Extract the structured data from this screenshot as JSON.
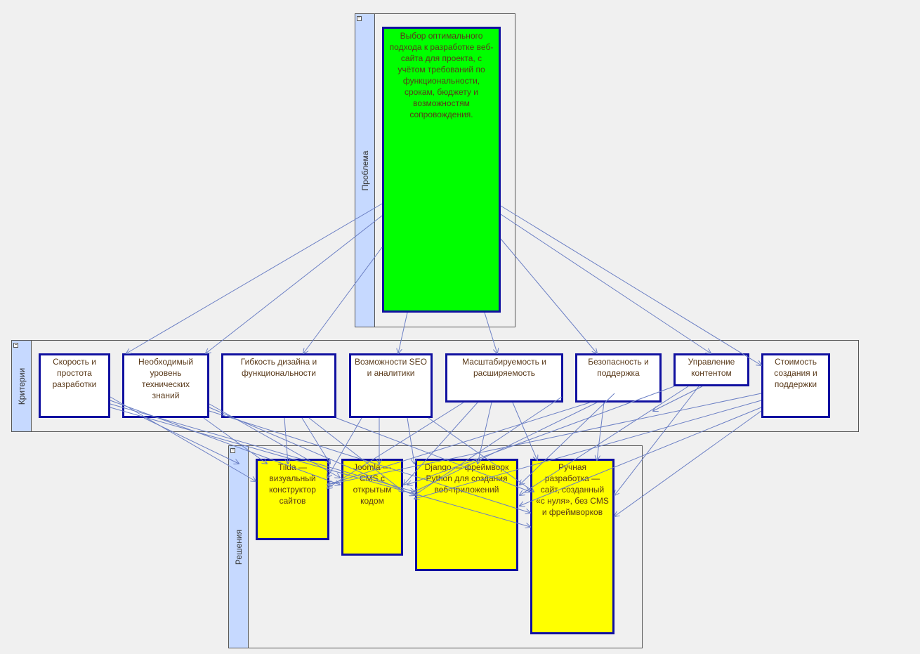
{
  "lanes": {
    "problem": {
      "title": "Проблема"
    },
    "criteria": {
      "title": "Критерии"
    },
    "solutions": {
      "title": "Решения"
    }
  },
  "collapse_glyph": "−",
  "problem": {
    "text": "Выбор оптимального подхода к разработке веб-сайта для проекта, с учётом требований по функциональности, срокам, бюджету и возможностям сопровождения."
  },
  "criteria": [
    {
      "text": "Скорость и простота разработки"
    },
    {
      "text": "Необходимый уровень технических знаний"
    },
    {
      "text": "Гибкость дизайна и функциональности"
    },
    {
      "text": "Возможности SEO и аналитики"
    },
    {
      "text": "Масштабируемость и расширяемость"
    },
    {
      "text": "Безопасность и поддержка"
    },
    {
      "text": "Управление контентом"
    },
    {
      "text": "Стоимость создания и поддержки"
    }
  ],
  "solutions": [
    {
      "text": "Tilda — визуальный конструктор сайтов"
    },
    {
      "text": "Joomla — CMS с открытым кодом"
    },
    {
      "text": "Django — фреймворк Python для создания веб-приложений"
    },
    {
      "text": "Ручная разработка — сайт, созданный «с нуля», без CMS и фреймворков"
    }
  ],
  "colors": {
    "problem_fill": "#00ff00",
    "criterion_fill": "#ffffff",
    "solution_fill": "#ffff00",
    "node_border": "#1010a0",
    "edge": "#6b7fc4",
    "lane_header": "#c6d9ff"
  }
}
